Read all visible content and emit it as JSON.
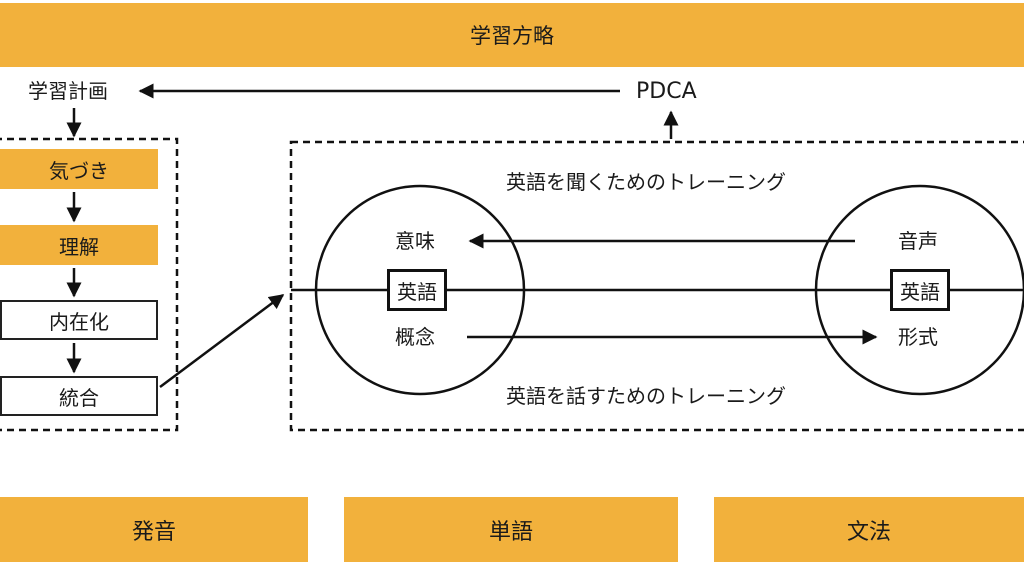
{
  "header": {
    "title": "学習方略"
  },
  "plan": {
    "label": "学習計画",
    "cycle_label": "PDCA"
  },
  "process_steps": [
    {
      "label": "気づき",
      "style": "orange"
    },
    {
      "label": "理解",
      "style": "orange"
    },
    {
      "label": "内在化",
      "style": "white"
    },
    {
      "label": "統合",
      "style": "white"
    }
  ],
  "training": {
    "listening_label": "英語を聞くためのトレーニング",
    "speaking_label": "英語を話すためのトレーニング",
    "left_circle": {
      "top": "意味",
      "center": "英語",
      "bottom": "概念"
    },
    "right_circle": {
      "top": "音声",
      "center": "英語",
      "bottom": "形式"
    }
  },
  "foundations": [
    {
      "label": "発音"
    },
    {
      "label": "単語"
    },
    {
      "label": "文法"
    }
  ],
  "colors": {
    "accent": "#F2B13C",
    "line": "#111111"
  }
}
